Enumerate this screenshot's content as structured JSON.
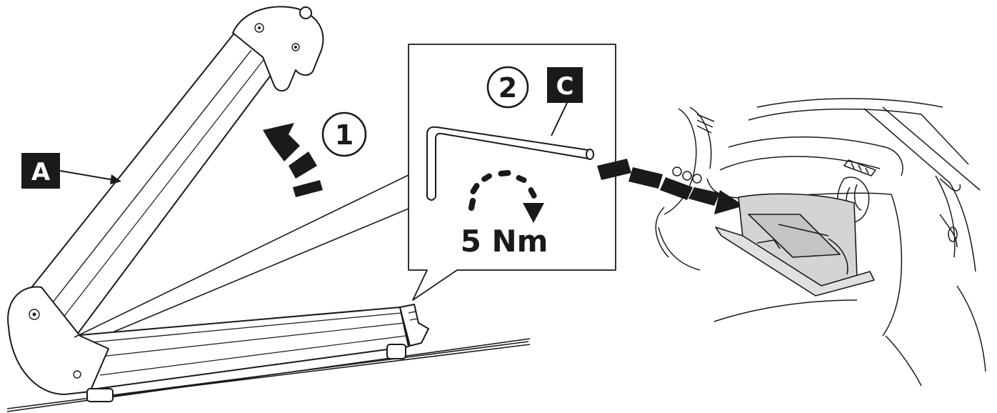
{
  "labels": {
    "part_a": "A",
    "part_c": "C"
  },
  "steps": {
    "step1": "1",
    "step2": "2"
  },
  "torque": {
    "value": "5 Nm"
  },
  "colors": {
    "ink": "#1a1a1a",
    "label_bg": "#1a1a1a",
    "label_text": "#ffffff",
    "glovebox_fill": "#d4d4d4"
  }
}
